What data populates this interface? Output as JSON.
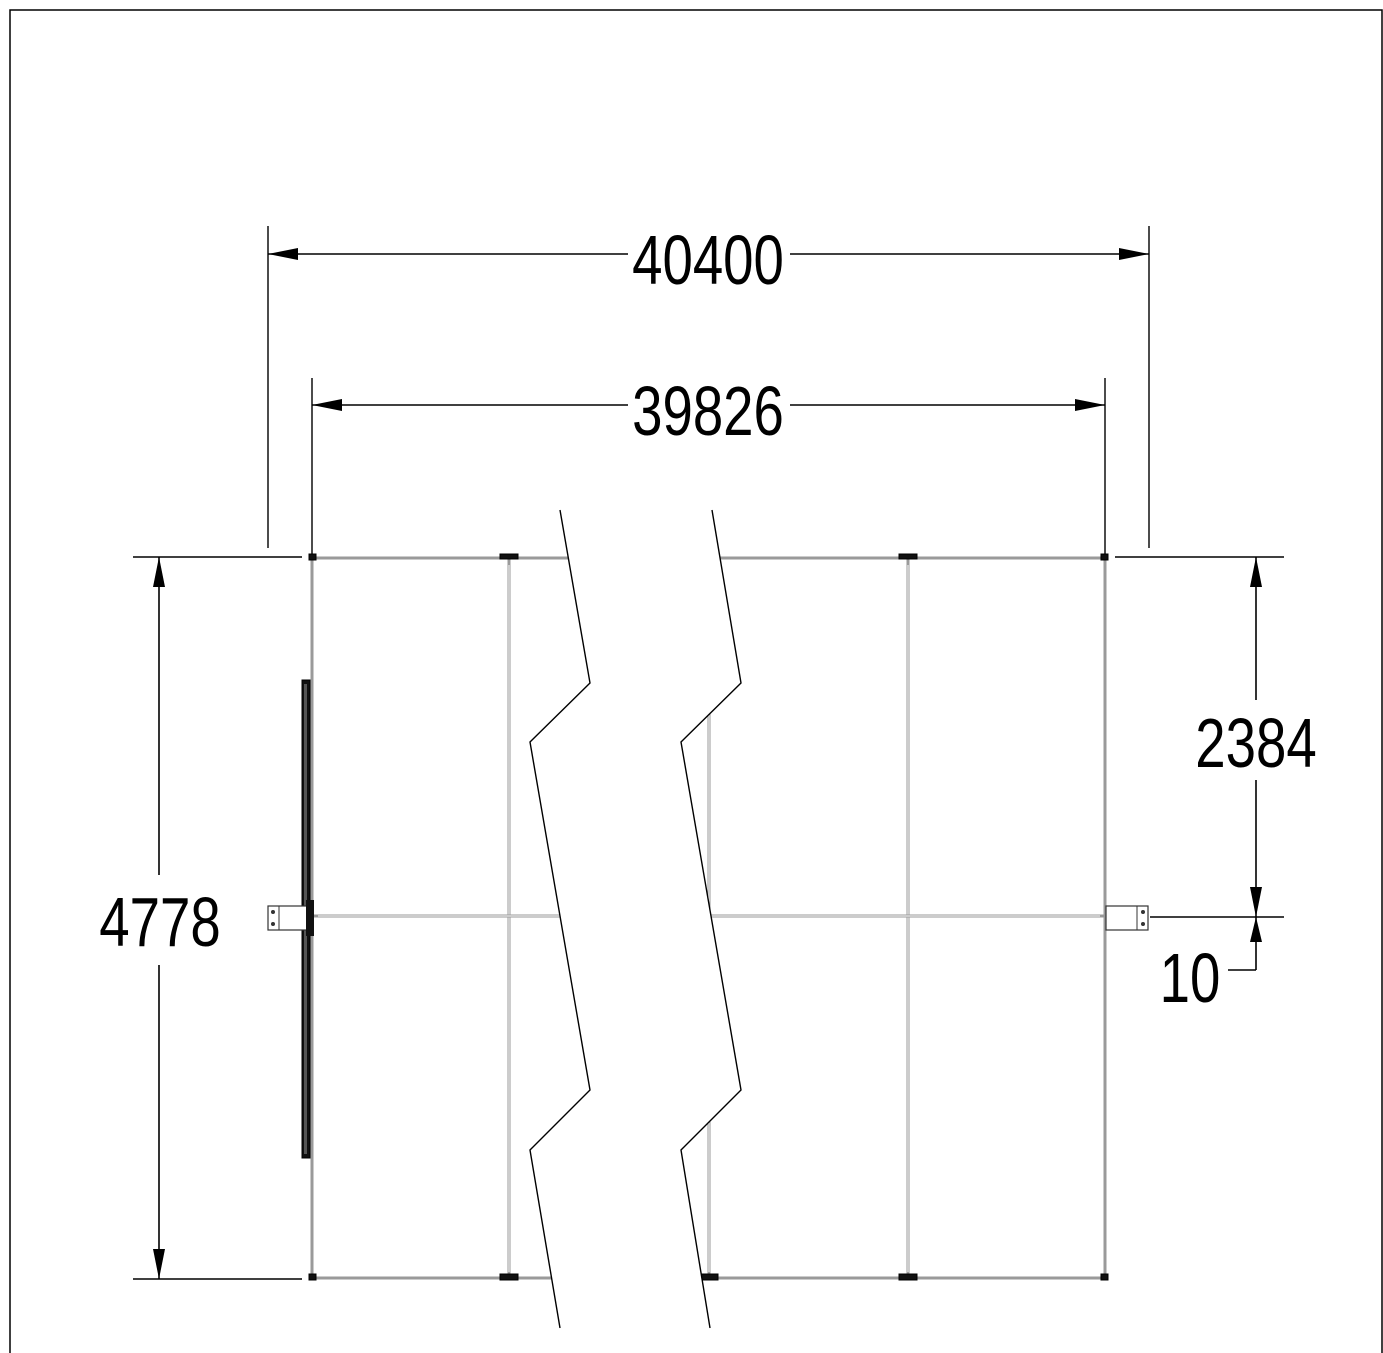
{
  "dimensions": {
    "overall_length": "40400",
    "frame_length": "39826",
    "overall_width": "4778",
    "half_width": "2384",
    "offset": "10"
  }
}
